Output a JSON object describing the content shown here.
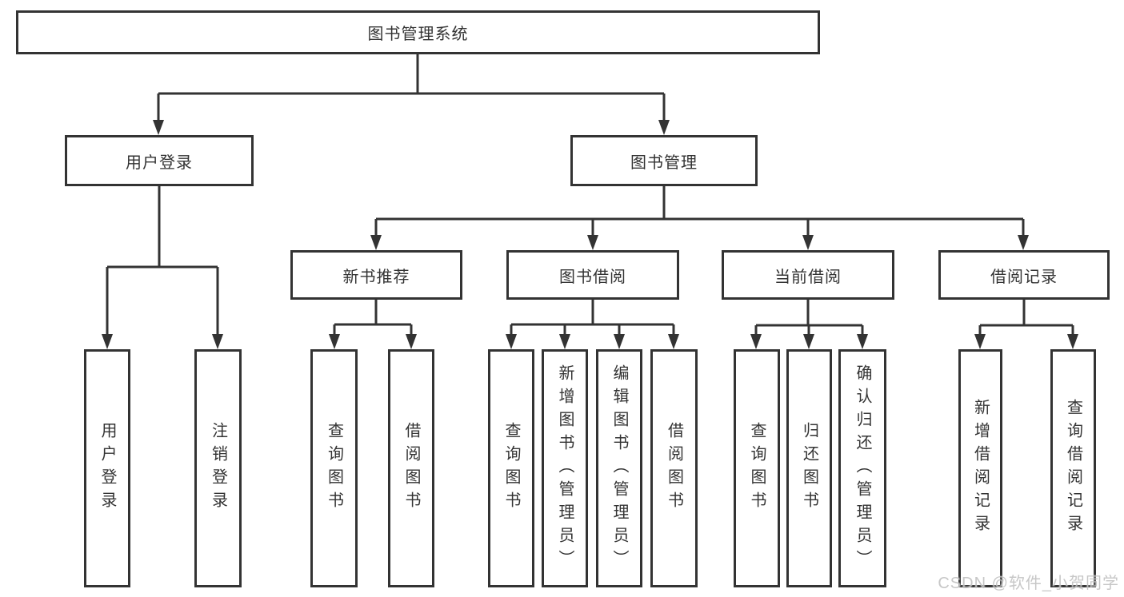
{
  "diagram": {
    "root": {
      "label": "图书管理系统"
    },
    "level2": [
      {
        "label": "用户登录",
        "children": [
          {
            "label": "用户登录"
          },
          {
            "label": "注销登录"
          }
        ]
      },
      {
        "label": "图书管理",
        "children": [
          {
            "label": "新书推荐",
            "children": [
              {
                "label": "查询图书"
              },
              {
                "label": "借阅图书"
              }
            ]
          },
          {
            "label": "图书借阅",
            "children": [
              {
                "label": "查询图书"
              },
              {
                "label": "新增图书（管理员）"
              },
              {
                "label": "编辑图书（管理员）"
              },
              {
                "label": "借阅图书"
              }
            ]
          },
          {
            "label": "当前借阅",
            "children": [
              {
                "label": "查询图书"
              },
              {
                "label": "归还图书"
              },
              {
                "label": "确认归还（管理员）"
              }
            ]
          },
          {
            "label": "借阅记录",
            "children": [
              {
                "label": "新增借阅记录"
              },
              {
                "label": "查询借阅记录"
              }
            ]
          }
        ]
      }
    ]
  },
  "watermark": "CSDN @软件_小贺同学",
  "colors": {
    "line": "#333333",
    "text": "#333333",
    "watermark": "#c2c2c2",
    "background": "#ffffff"
  }
}
